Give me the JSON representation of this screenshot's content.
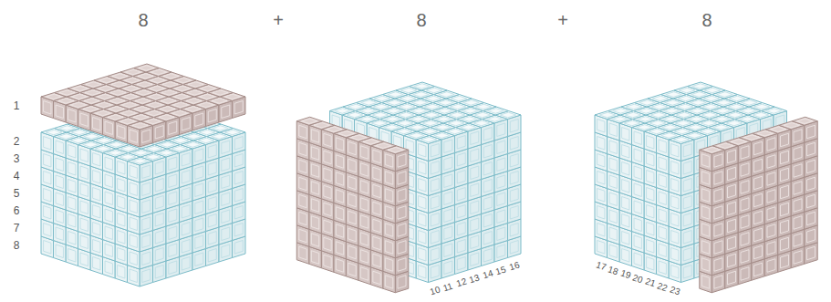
{
  "diagram": {
    "labels": [
      "8",
      "+",
      "8",
      "+",
      "8",
      "1",
      "2",
      "3",
      "4",
      "5",
      "6",
      "7",
      "8",
      "10",
      "11",
      "12",
      "13",
      "14",
      "15",
      "16",
      "17",
      "18",
      "19",
      "20",
      "21",
      "22",
      "23"
    ]
  }
}
